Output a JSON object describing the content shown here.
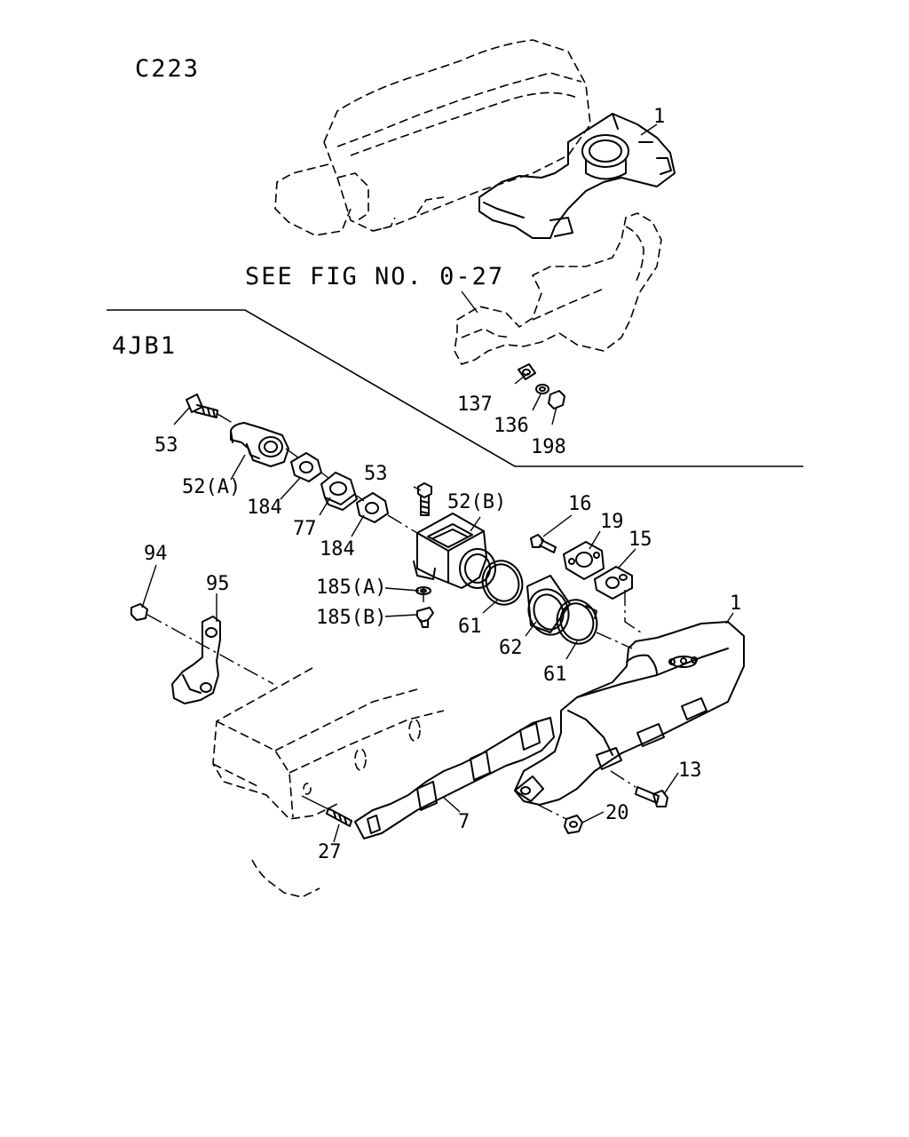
{
  "diagram": {
    "header": {
      "code": "C223",
      "see_fig": "SEE FIG NO. 0-27",
      "model": "4JB1"
    },
    "callouts": [
      {
        "id": "c-1-top",
        "text": "1"
      },
      {
        "id": "c-137",
        "text": "137"
      },
      {
        "id": "c-136",
        "text": "136"
      },
      {
        "id": "c-198",
        "text": "198"
      },
      {
        "id": "c-53-left",
        "text": "53"
      },
      {
        "id": "c-52a",
        "text": "52(A)"
      },
      {
        "id": "c-184-a",
        "text": "184"
      },
      {
        "id": "c-77",
        "text": "77"
      },
      {
        "id": "c-184-b",
        "text": "184"
      },
      {
        "id": "c-53-mid",
        "text": "53"
      },
      {
        "id": "c-52b",
        "text": "52(B)"
      },
      {
        "id": "c-16",
        "text": "16"
      },
      {
        "id": "c-19",
        "text": "19"
      },
      {
        "id": "c-15",
        "text": "15"
      },
      {
        "id": "c-94",
        "text": "94"
      },
      {
        "id": "c-95",
        "text": "95"
      },
      {
        "id": "c-185a",
        "text": "185(A)"
      },
      {
        "id": "c-185b",
        "text": "185(B)"
      },
      {
        "id": "c-61-a",
        "text": "61"
      },
      {
        "id": "c-62",
        "text": "62"
      },
      {
        "id": "c-61-b",
        "text": "61"
      },
      {
        "id": "c-1-bottom",
        "text": "1"
      },
      {
        "id": "c-13",
        "text": "13"
      },
      {
        "id": "c-20",
        "text": "20"
      },
      {
        "id": "c-7",
        "text": "7"
      },
      {
        "id": "c-27",
        "text": "27"
      }
    ]
  }
}
